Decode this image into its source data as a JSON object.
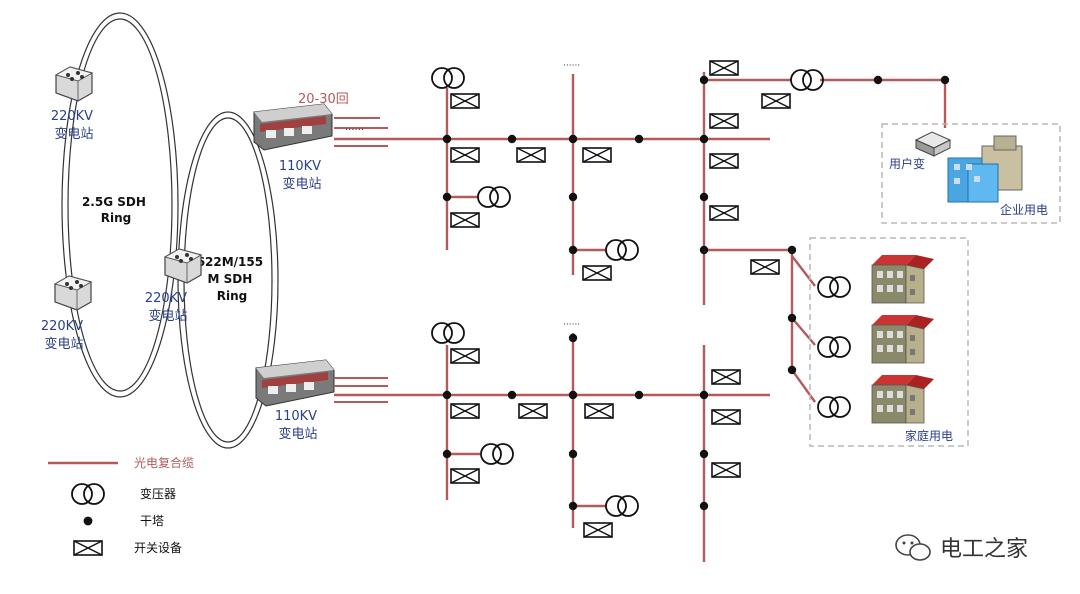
{
  "rings": {
    "outer": "2.5G SDH\nRing",
    "inner": "622M/155\nM SDH\nRing"
  },
  "substations": {
    "s220_top": "220KV\n变电站",
    "s220_bottom": "220KV\n变电站",
    "s220_mid": "220KV\n变电站",
    "s110_top": "110KV\n变电站",
    "s110_bottom": "110KV\n变电站"
  },
  "feeder_count": "20-30回",
  "user_transformer": "用户变",
  "enterprise_power": "企业用电",
  "household_power": "家庭用电",
  "legend": {
    "cable": "光电复合缆",
    "transformer": "变压器",
    "tower": "干塔",
    "switch": "开关设备"
  },
  "watermark": "电工之家",
  "colors": {
    "line": "#b55a5a",
    "text_blue": "#2b3f8c",
    "box_dash": "#b8b8b8"
  }
}
